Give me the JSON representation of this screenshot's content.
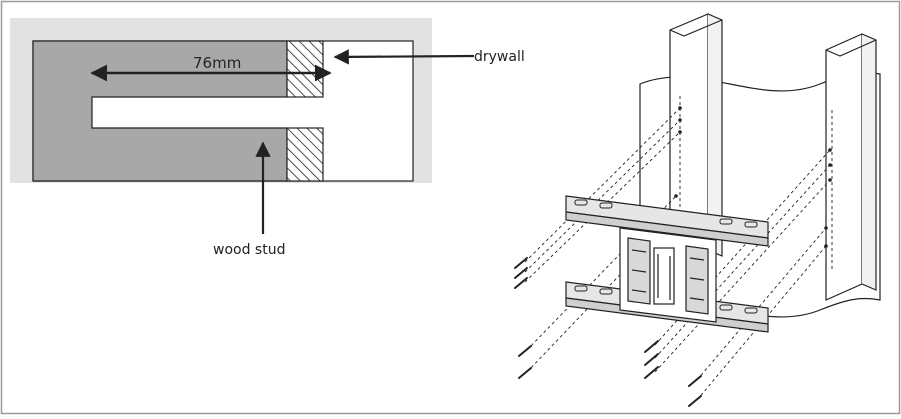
{
  "section_diagram": {
    "dimension_label": "76mm",
    "drywall_label": "drywall",
    "wood_stud_label": "wood stud"
  },
  "colors": {
    "panel_bg": "#e2e2e2",
    "stud_fill": "#a8a8a8",
    "line": "#222222",
    "frame_border": "#9a9a9a"
  }
}
